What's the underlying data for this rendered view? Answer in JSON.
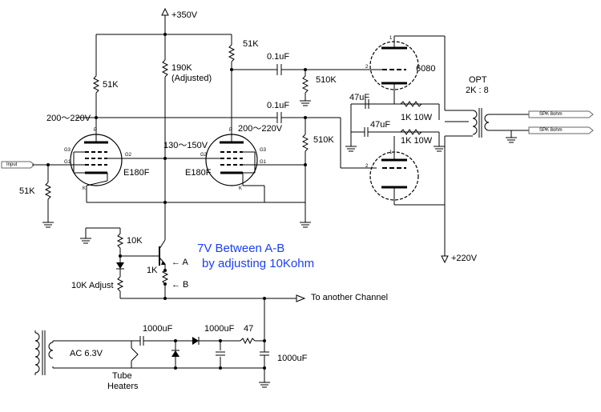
{
  "supply": {
    "b_plus": "+350V",
    "b_plus_out": "+220V"
  },
  "resistors": {
    "r_51k_left": "51K",
    "r_190k": "190K",
    "r_190k_note": "(Adjusted)",
    "r_51k_right": "51K",
    "r_510k_top": "510K",
    "r_510k_mid": "510K",
    "r_51k_input": "51K",
    "r_10k": "10K",
    "r_1k": "1K",
    "r_10k_adjust": "10K Adjust",
    "r_1k_10w_a": "1K 10W",
    "r_1k_10w_b": "1K 10W",
    "r_47": "47"
  },
  "capacitors": {
    "c_01_top": "0.1uF",
    "c_01_mid": "0.1uF",
    "c_47_a": "47uF",
    "c_47_b": "47uF",
    "c_1000_a": "1000uF",
    "c_1000_b": "1000uF",
    "c_1000_c": "1000uF"
  },
  "voltages": {
    "v_plate_left": "200～220V",
    "v_plate_right": "200～220V",
    "v_cathode": "130～150V"
  },
  "tubes": {
    "left": "E180F",
    "right": "E180F",
    "power": "6080"
  },
  "pins": {
    "p": "P",
    "g3": "G3",
    "g2": "G2",
    "g1": "G1",
    "k": "K",
    "one": "1",
    "two": "2"
  },
  "transformer": {
    "name": "OPT",
    "ratio": "2K : 8"
  },
  "speaker_tags": [
    "SPK 8ohm",
    "SPK 8ohm"
  ],
  "input_tag": "Input",
  "points": {
    "a": "← A",
    "b": "← B"
  },
  "note": {
    "line1": "7V Between A-B",
    "line2": "by adjusting 10Kohm"
  },
  "heater": {
    "ac": "AC 6.3V",
    "heaters_line1": "Tube",
    "heaters_line2": "Heaters",
    "another_channel": "To another Channel"
  },
  "colors": {
    "note_text": "#1a3ff0",
    "wire": "#000000",
    "tag_wire": "#666666"
  }
}
